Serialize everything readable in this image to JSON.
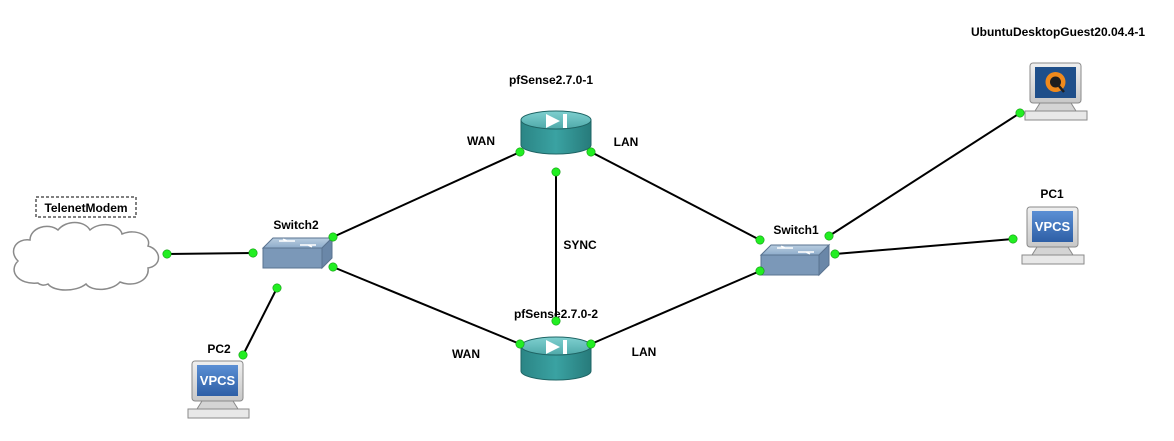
{
  "nodes": {
    "telenet_modem": {
      "label": "TelenetModem"
    },
    "switch2": {
      "label": "Switch2"
    },
    "switch1": {
      "label": "Switch1"
    },
    "pfsense1": {
      "label": "pfSense2.7.0-1"
    },
    "pfsense2": {
      "label": "pfSense2.7.0-2"
    },
    "pc1": {
      "label": "PC1",
      "screen_text": "VPCS"
    },
    "pc2": {
      "label": "PC2",
      "screen_text": "VPCS"
    },
    "ubuntu": {
      "label": "UbuntuDesktopGuest20.04.4-1"
    }
  },
  "link_labels": {
    "pf1_wan": "WAN",
    "pf1_lan": "LAN",
    "sync": "SYNC",
    "pf2_wan": "WAN",
    "pf2_lan": "LAN"
  },
  "colors": {
    "link": "#000000",
    "port_status": "#22ee22",
    "router": "#2a8f8f",
    "switch": "#8aa6c4",
    "cloud_stroke": "#8a8a8a",
    "vpcs_screen": "#3a70b8"
  }
}
